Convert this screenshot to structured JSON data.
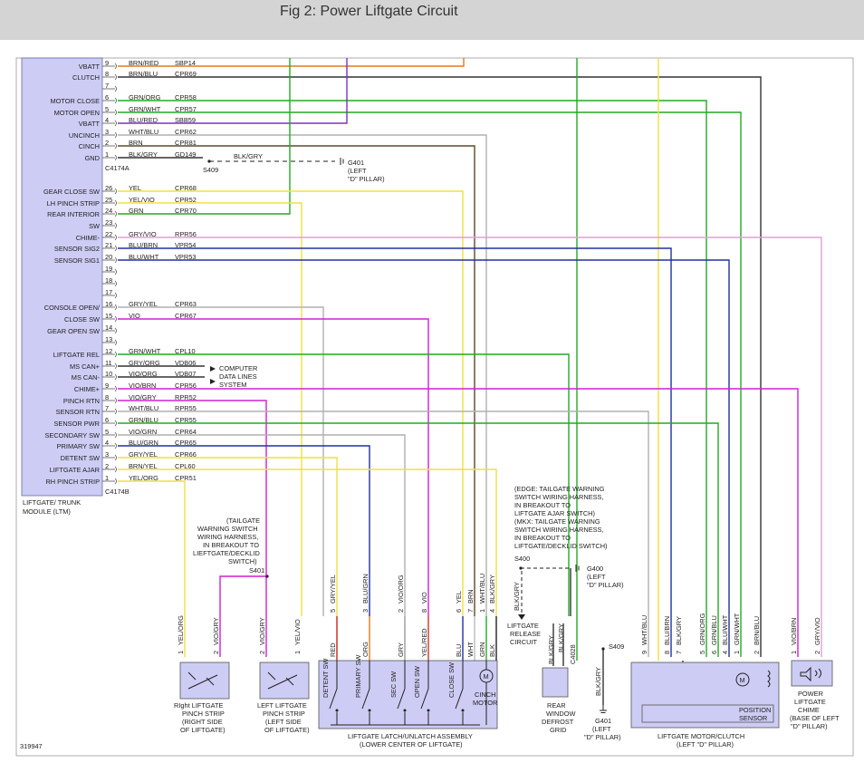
{
  "title": "Fig 2: Power Liftgate Circuit",
  "figure_number": "319947",
  "colors": {
    "header_bg": "#d4d4d4",
    "module_fill": "#ccccf4",
    "orange": "#e07a20",
    "brown_red": "#a0522d",
    "green": "#22aa22",
    "purple": "#7a30c8",
    "dark_gray": "#333333",
    "light_gray": "#b0b0b0",
    "yellow": "#f0e040",
    "magenta": "#d020d0",
    "blue": "#2030a0",
    "brown_olive": "#5a4a2a",
    "pink": "#e0a0d0"
  },
  "module": {
    "name": "LIFTGATE/ TRUNK MODULE (LTM)",
    "name_line1": "LIFTGATE/ TRUNK",
    "name_line2": "MODULE (LTM)",
    "connector_a": "C4174A",
    "connector_b": "C4174B",
    "pins_a": [
      {
        "label": "VBATT",
        "pin": "9",
        "color": "BRN/RED",
        "circuit": "SBP14"
      },
      {
        "label": "CLUTCH",
        "pin": "8",
        "color": "BRN/BLU",
        "circuit": "CPR69"
      },
      {
        "label": "",
        "pin": "7",
        "color": "",
        "circuit": ""
      },
      {
        "label": "MOTOR CLOSE",
        "pin": "6",
        "color": "GRN/ORG",
        "circuit": "CPR58"
      },
      {
        "label": "MOTOR OPEN",
        "pin": "5",
        "color": "GRN/WHT",
        "circuit": "CPR57"
      },
      {
        "label": "VBATT",
        "pin": "4",
        "color": "BLU/RED",
        "circuit": "SBB59"
      },
      {
        "label": "UNCINCH",
        "pin": "3",
        "color": "WHT/BLU",
        "circuit": "CPR62"
      },
      {
        "label": "CINCH",
        "pin": "2",
        "color": "BRN",
        "circuit": "CPR81"
      },
      {
        "label": "GND",
        "pin": "1",
        "color": "BLK/GRY",
        "circuit": "GD149"
      }
    ],
    "pins_b": [
      {
        "label": "GEAR CLOSE SW",
        "pin": "26",
        "color": "YEL",
        "circuit": "CPR68"
      },
      {
        "label": "LH PINCH STRIP",
        "pin": "25",
        "color": "YEL/VIO",
        "circuit": "CPR52"
      },
      {
        "label": "REAR INTERIOR",
        "pin": "24",
        "color": "GRN",
        "circuit": "CPR70"
      },
      {
        "label": "SW",
        "pin": "23",
        "color": "",
        "circuit": ""
      },
      {
        "label": "CHIME-",
        "pin": "22",
        "color": "GRY/VIO",
        "circuit": "RPR56"
      },
      {
        "label": "SENSOR SIG2",
        "pin": "21",
        "color": "BLU/BRN",
        "circuit": "VPR54"
      },
      {
        "label": "SENSOR SIG1",
        "pin": "20",
        "color": "BLU/WHT",
        "circuit": "VPR53"
      },
      {
        "label": "",
        "pin": "19",
        "color": "",
        "circuit": ""
      },
      {
        "label": "",
        "pin": "18",
        "color": "",
        "circuit": ""
      },
      {
        "label": "",
        "pin": "17",
        "color": "",
        "circuit": ""
      },
      {
        "label": "CONSOLE OPEN/",
        "pin": "16",
        "color": "GRY/YEL",
        "circuit": "CPR63"
      },
      {
        "label": "CLOSE SW",
        "pin": "15",
        "color": "VIO",
        "circuit": "CPR67"
      },
      {
        "label": "GEAR OPEN SW",
        "pin": "14",
        "color": "",
        "circuit": ""
      },
      {
        "label": "",
        "pin": "13",
        "color": "",
        "circuit": ""
      },
      {
        "label": "LIFTGATE REL",
        "pin": "12",
        "color": "GRN/WHT",
        "circuit": "CPL10"
      },
      {
        "label": "MS CAN+",
        "pin": "11",
        "color": "GRY/ORG",
        "circuit": "VDB06"
      },
      {
        "label": "MS CAN-",
        "pin": "10",
        "color": "VIO/ORG",
        "circuit": "VDB07"
      },
      {
        "label": "CHIME+",
        "pin": "9",
        "color": "VIO/BRN",
        "circuit": "CPR56"
      },
      {
        "label": "PINCH RTN",
        "pin": "8",
        "color": "VIO/GRY",
        "circuit": "RPR52"
      },
      {
        "label": "SENSOR RTN",
        "pin": "7",
        "color": "WHT/BLU",
        "circuit": "RPR55"
      },
      {
        "label": "SENSOR PWR",
        "pin": "6",
        "color": "GRN/BLU",
        "circuit": "CPR55"
      },
      {
        "label": "SECONDARY SW",
        "pin": "5",
        "color": "VIO/GRN",
        "circuit": "CPR64"
      },
      {
        "label": "PRIMARY SW",
        "pin": "4",
        "color": "BLU/GRN",
        "circuit": "CPR65"
      },
      {
        "label": "DETENT SW",
        "pin": "3",
        "color": "GRY/YEL",
        "circuit": "CPR66"
      },
      {
        "label": "LIFTGATE AJAR",
        "pin": "2",
        "color": "BRN/YEL",
        "circuit": "CPL60"
      },
      {
        "label": "RH PINCH STRIP",
        "pin": "1",
        "color": "YEL/ORG",
        "circuit": "CPR51"
      }
    ]
  },
  "grounds": {
    "g401_top": [
      "G401",
      "(LEFT",
      "\"D\" PILLAR)"
    ],
    "s409": "S409",
    "blk_gry": "BLK/GRY",
    "g400": [
      "G400",
      "(LEFT",
      "\"D\" PILLAR)"
    ],
    "g401_bottom": [
      "G401",
      "(LEFT",
      "\"D\" PILLAR)"
    ]
  },
  "can_label": [
    "COMPUTER",
    "DATA LINES",
    "SYSTEM"
  ],
  "notes": {
    "tailgate_ws": [
      "(TAILGATE",
      "WARNING SWITCH",
      "WIRING HARNESS,",
      "IN BREAKOUT TO",
      "LIEFTGATE/DECKLID",
      "SWITCH)"
    ],
    "s401": "S401",
    "edge_note": [
      "(EDGE: TAILGATE WARNING",
      "SWITCH WIRING HARNESS,",
      "IN BREAKOUT TO",
      "LIFTGATE AJAR SWITCH)",
      "(MKX: TAILGATE WARNING",
      "SWITCH WIRING HARNESS,",
      "IN BREAKOUT TO",
      "LIFTGATE/DECKLID SWITCH)"
    ],
    "s400": "S400",
    "release": [
      "LIFTGATE",
      "RELEASE",
      "CIRCUIT"
    ],
    "c4028": "C4028"
  },
  "components": {
    "right_pinch": [
      "RIght LIFTGATE",
      "PINCH STRIP",
      "(RIGHT SIDE",
      "OF LIFTGATE)"
    ],
    "left_pinch": [
      "LEFT LIFTGATE",
      "PINCH STRIP",
      "(LEFT SIDE",
      "OF LIFTGATE)"
    ],
    "latch": [
      "LIFTGATE LATCH/UNLATCH ASSEMBLY",
      "(LOWER CENTER OF LIFTGATE)"
    ],
    "defrost": [
      "REAR",
      "WINDOW",
      "DEFROST",
      "GRID"
    ],
    "motor": [
      "LIFTGATE MOTOR/CLUTCH",
      "(LEFT \"D\" PILLAR)"
    ],
    "chime": [
      "POWER",
      "LIFTGATE",
      "CHIME",
      "(BASE OF LEFT",
      "\"D\" PILLAR)"
    ],
    "position_sensor": [
      "POSITION",
      "SENSOR"
    ],
    "cinch_motor": [
      "CINCH",
      "MOTOR"
    ],
    "latch_switches": [
      "DETENT SW",
      "PRIMARY SW",
      "SEC SW",
      "OPEN SW",
      "CLOSE SW"
    ]
  },
  "drop_labels": {
    "right_pinch": [
      {
        "pin": "1",
        "color": "YEL/ORG"
      },
      {
        "pin": "2",
        "color": "VIO/GRY"
      }
    ],
    "left_pinch": [
      {
        "pin": "2",
        "color": "VIO/GRY"
      },
      {
        "pin": "1",
        "color": "YEL/VIO"
      }
    ],
    "latch": [
      {
        "pin": "5",
        "color": "GRY/YEL",
        "inner": "RED"
      },
      {
        "pin": "3",
        "color": "BLU/GRN",
        "inner": "ORG"
      },
      {
        "pin": "2",
        "color": "VIO/ORG",
        "inner": "GRY"
      },
      {
        "pin": "8",
        "color": "VIO",
        "inner": "YEL/RED"
      },
      {
        "pin": "6",
        "color": "YEL",
        "inner": "BLU"
      },
      {
        "pin": "7",
        "color": "BRN",
        "inner": "WHT"
      },
      {
        "pin": "1",
        "color": "WHT/BLU",
        "inner": "GRN"
      },
      {
        "pin": "4",
        "color": "BLK/GRY",
        "inner": "BLK"
      }
    ],
    "release_blk_gry": "BLK/GRY",
    "defrost": [
      "BLK/GRY",
      "BLK/GRY"
    ],
    "motor": [
      {
        "pin": "9",
        "color": "WHT/BLU"
      },
      {
        "pin": "8",
        "color": "BLU/BRN"
      },
      {
        "pin": "7",
        "color": "BLK/GRY"
      },
      {
        "pin": "5",
        "color": "GRN/ORG"
      },
      {
        "pin": "6",
        "color": "GRN/BLU"
      },
      {
        "pin": "4",
        "color": "BLU/WHT"
      },
      {
        "pin": "1",
        "color": "GRN/WHT"
      },
      {
        "pin": "2",
        "color": "BRN/BLU"
      }
    ],
    "chime": [
      {
        "pin": "1",
        "color": "VIO/BRN"
      },
      {
        "pin": "2",
        "color": "GRY/VIO"
      }
    ],
    "s409_bottom": "S409",
    "blk_gry_bottom": "BLK/GRY"
  }
}
